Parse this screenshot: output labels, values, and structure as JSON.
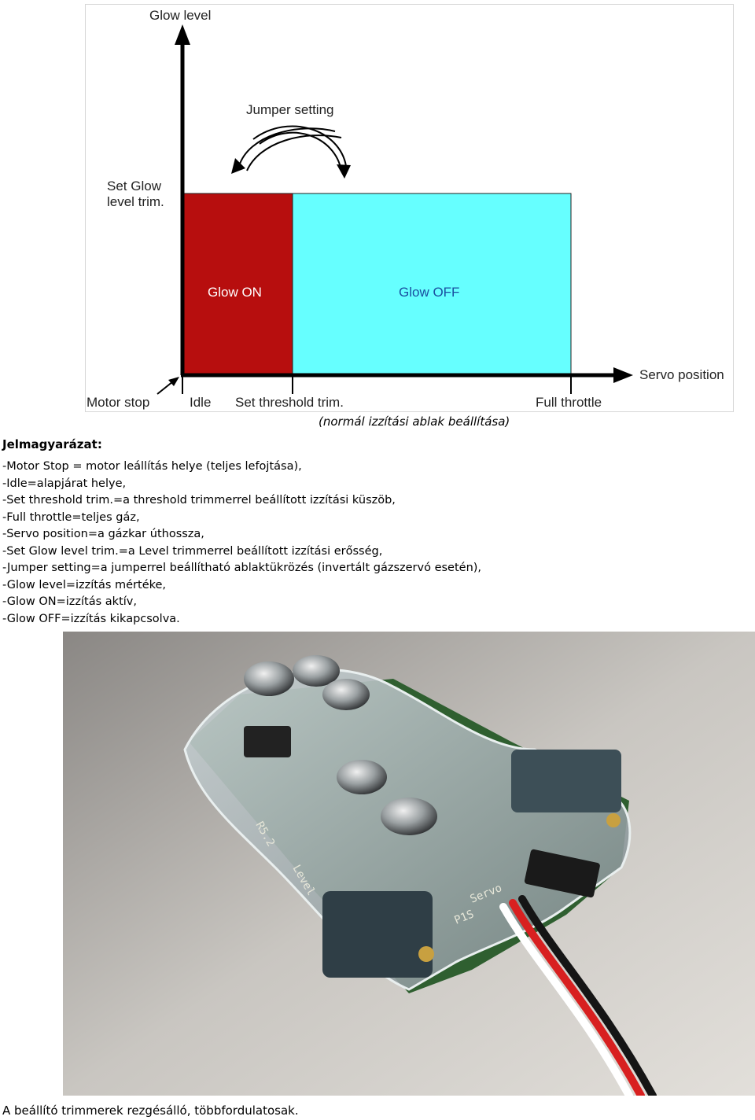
{
  "diagram": {
    "y_axis_label": "Glow level",
    "x_axis_label": "Servo position",
    "jumper_label": "Jumper setting",
    "set_glow_label_line1": "Set Glow",
    "set_glow_label_line2": "level trim.",
    "glow_on_label": "Glow ON",
    "glow_off_label": "Glow OFF",
    "motor_stop_label": "Motor stop",
    "idle_label": "Idle",
    "threshold_label": "Set threshold trim.",
    "full_throttle_label": "Full throttle",
    "colors": {
      "glow_on": "#b70e0e",
      "glow_off": "#66ffff",
      "axis": "#000000"
    }
  },
  "caption": "(normál izzítási ablak beállítása)",
  "legend_title": "Jelmagyarázat:",
  "legend_items": [
    "-Motor Stop = motor leállítás helye (teljes lefojtása),",
    "-Idle=alapjárat helye,",
    "-Set threshold trim.=a threshold trimmerrel beállított izzítási küszöb,",
    "-Full throttle=teljes gáz,",
    "-Servo position=a gázkar úthossza,",
    "-Set Glow level trim.=a Level trimmerrel beállított izzítási erősség,",
    "-Jumper setting=a jumperrel beállítható ablaktükrözés (invertált gázszervó esetén),",
    "-Glow level=izzítás mértéke,",
    "-Glow ON=izzítás aktív,",
    "-Glow OFF=izzítás kikapcsolva."
  ],
  "photo": {
    "board_text": [
      "Servo",
      "P1S",
      "R5.2",
      "Level"
    ]
  },
  "bottom_caption": "A beállító trimmerek rezgésálló, többfordulatosak."
}
